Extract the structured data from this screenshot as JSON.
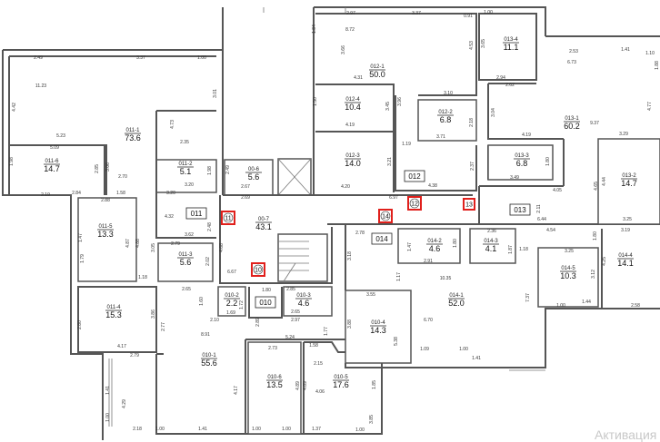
{
  "title": "Floor plan",
  "rooms": [
    {
      "id": "011-1",
      "area": "73.6"
    },
    {
      "id": "011-6",
      "area": "14.7"
    },
    {
      "id": "011-2",
      "area": "5.1"
    },
    {
      "id": "011-5",
      "area": "13.3"
    },
    {
      "id": "011-3",
      "area": "5.6"
    },
    {
      "id": "011-4",
      "area": "15.3"
    },
    {
      "id": "010-1",
      "area": "55.6"
    },
    {
      "id": "010-6",
      "area": "13.5"
    },
    {
      "id": "010-5",
      "area": "17.6"
    },
    {
      "id": "010-2",
      "area": "2.2"
    },
    {
      "id": "010-3",
      "area": "4.6"
    },
    {
      "id": "00-7",
      "area": "43.1"
    },
    {
      "id": "00-6",
      "area": "5.6"
    },
    {
      "id": "012-1",
      "area": "50.0"
    },
    {
      "id": "012-4",
      "area": "10.4"
    },
    {
      "id": "012-3",
      "area": "14.0"
    },
    {
      "id": "012-2",
      "area": "6.8"
    },
    {
      "id": "013-4",
      "area": "11.1"
    },
    {
      "id": "013-1",
      "area": "60.2"
    },
    {
      "id": "013-3",
      "area": "6.8"
    },
    {
      "id": "013-2",
      "area": "14.7"
    },
    {
      "id": "014-1",
      "area": "52.0"
    },
    {
      "id": "014-2",
      "area": "4.6"
    },
    {
      "id": "014-3",
      "area": "4.1"
    },
    {
      "id": "014-5",
      "area": "10.3"
    },
    {
      "id": "014-4",
      "area": "14.1"
    },
    {
      "id": "010-4",
      "area": "14.3"
    }
  ],
  "sections": [
    "011",
    "010",
    "012",
    "013",
    "014"
  ],
  "markers": [
    "11",
    "10",
    "12",
    "13",
    "14"
  ],
  "marker_color": "#e0201c",
  "dims": [
    "2.49",
    "3.37",
    "1.00",
    "11.23",
    "4.42",
    "3.01",
    "4.73",
    "5.23",
    "2.35",
    "5.09",
    "1.98",
    "2.85",
    "3.06",
    "2.70",
    "1.58",
    "2.19",
    "2.84",
    "3.20",
    "3.20",
    "1.98",
    "2.49",
    "2.88",
    "4.32",
    "2.48",
    "3.62",
    "2.79",
    "1.47",
    "4.87",
    "4.88",
    "3.05",
    "2.02",
    "1.79",
    "1.18",
    "4.68",
    "6.67",
    "2.67",
    "2.69",
    "1.80",
    "2.65",
    "1.60",
    "2.85",
    "1.69",
    "1.72",
    "2.65",
    "2.97",
    "2.10",
    "8.91",
    "2.89",
    "2.80",
    "3.86",
    "2.77",
    "4.17",
    "2.79",
    "5.24",
    "2.73",
    "1.58",
    "1.77",
    "2.15",
    "4.17",
    "4.29",
    "4.06",
    "4.89",
    "4.89",
    "1.41",
    "1.00",
    "2.18",
    "1.00",
    "1.41",
    "1.00",
    "1.00",
    "1.37",
    "1.00",
    "3.85",
    "1.85",
    "2.78",
    "3.18",
    "1.17",
    "10.35",
    "2.91",
    "1.80",
    "1.47",
    "2.36",
    "1.87",
    "1.18",
    "4.54",
    "1.80",
    "3.25",
    "3.12",
    "4.25",
    "3.19",
    "1.44",
    "1.00",
    "2.58",
    "7.37",
    "3.55",
    "3.88",
    "6.70",
    "5.38",
    "1.09",
    "1.00",
    "1.41",
    "2.97",
    "3.37",
    "0.91",
    "1.00",
    "1.84",
    "8.72",
    "3.66",
    "4.53",
    "4.31",
    "3.10",
    "1.50",
    "3.45",
    "3.96",
    "4.19",
    "3.71",
    "2.18",
    "1.19",
    "3.21",
    "4.20",
    "2.37",
    "4.38",
    "6.97",
    "3.65",
    "2.94",
    "2.62",
    "2.53",
    "1.41",
    "1.10",
    "6.73",
    "1.88",
    "3.04",
    "9.37",
    "4.77",
    "4.19",
    "3.29",
    "3.49",
    "4.05",
    "1.80",
    "2.11",
    "6.44",
    "3.25",
    "4.65",
    "4.44"
  ],
  "watermark": "Активация"
}
